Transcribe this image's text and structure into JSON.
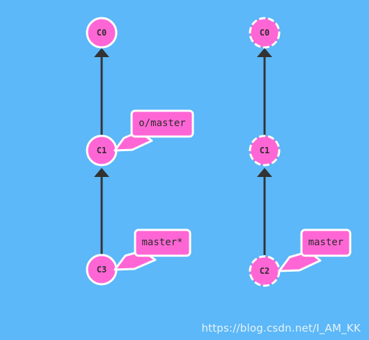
{
  "colors": {
    "background": "#5cb8f8",
    "commit_fill": "#ff66d5",
    "commit_stroke": "#ffffff",
    "edge": "#333333",
    "branch_fill": "#ff66d5",
    "branch_stroke": "#ffffff"
  },
  "left_tree": {
    "commits": [
      {
        "id": "C0",
        "style": "solid"
      },
      {
        "id": "C1",
        "style": "solid"
      },
      {
        "id": "C3",
        "style": "solid"
      }
    ],
    "edges": [
      {
        "from": "C3",
        "to": "C1"
      },
      {
        "from": "C1",
        "to": "C0"
      }
    ],
    "branches": [
      {
        "name": "o/master",
        "points_to": "C1"
      },
      {
        "name": "master*",
        "points_to": "C3"
      }
    ]
  },
  "right_tree": {
    "commits": [
      {
        "id": "C0",
        "style": "dashed"
      },
      {
        "id": "C1",
        "style": "dashed"
      },
      {
        "id": "C2",
        "style": "dashed"
      }
    ],
    "edges": [
      {
        "from": "C2",
        "to": "C1"
      },
      {
        "from": "C1",
        "to": "C0"
      }
    ],
    "branches": [
      {
        "name": "master",
        "points_to": "C2"
      }
    ]
  },
  "watermark": "https://blog.csdn.net/I_AM_KK"
}
